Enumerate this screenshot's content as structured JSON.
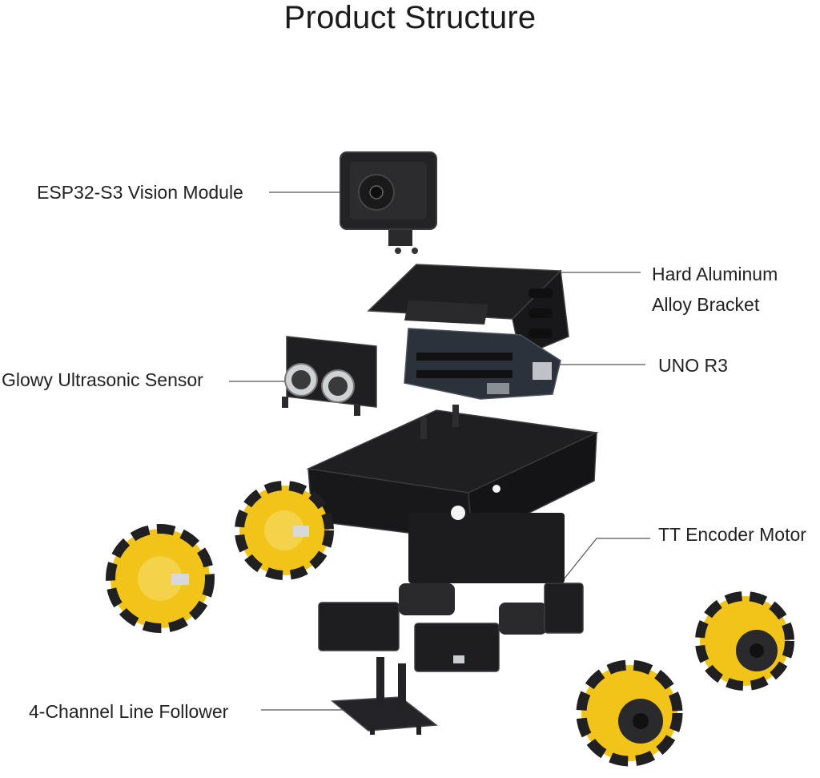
{
  "title": "Product Structure",
  "labels": {
    "vision_module": "ESP32-S3 Vision Module",
    "bracket_line1": "Hard Aluminum",
    "bracket_line2": "Alloy Bracket",
    "uno": "UNO R3",
    "ultrasonic": "Glowy Ultrasonic Sensor",
    "encoder_motor": "TT Encoder Motor",
    "line_follower": "4-Channel Line Follower"
  },
  "colors": {
    "metal": "#1c1c1e",
    "metal_edge": "#3a3a3d",
    "wheel_yellow": "#f2c318",
    "roller": "#202022",
    "pcb": "#2a2f36",
    "leader_line": "#555555"
  }
}
